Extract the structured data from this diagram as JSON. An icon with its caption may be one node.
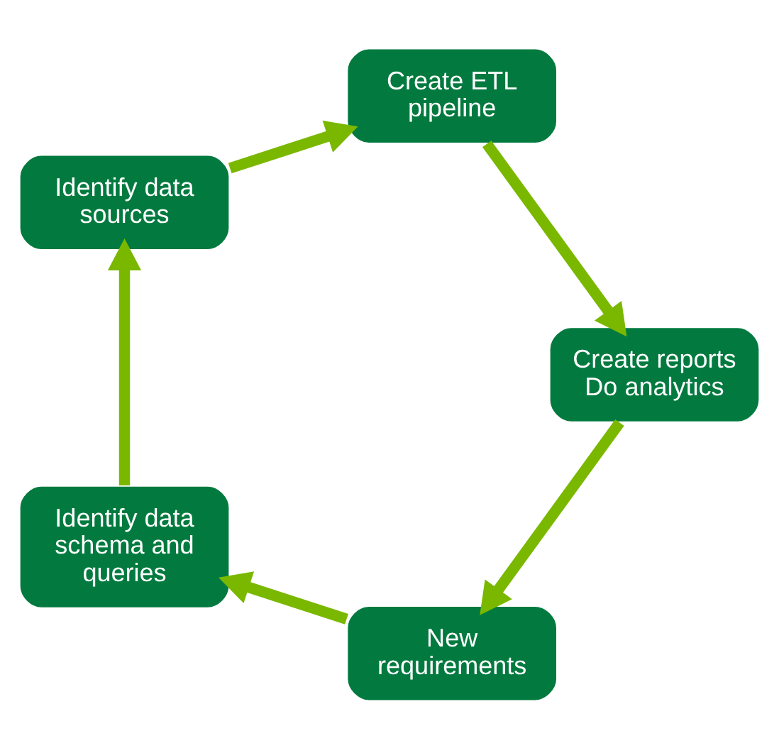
{
  "diagram": {
    "nodes": [
      {
        "text": [
          "New requirements"
        ]
      },
      {
        "text": [
          "Identify data schema and queries"
        ]
      },
      {
        "text": [
          "Identify data sources"
        ]
      },
      {
        "text": [
          "Create ETL pipeline"
        ]
      },
      {
        "text": [
          "Create reports Do analytics"
        ]
      }
    ],
    "edges": [
      {
        "from": 0,
        "to": 1,
        "arrow": "to"
      },
      {
        "from": 1,
        "to": 2,
        "arrow": "to"
      },
      {
        "from": 2,
        "to": 3,
        "arrow": "to"
      },
      {
        "from": 3,
        "to": 4,
        "arrow": "to"
      },
      {
        "from": 4,
        "to": 0,
        "arrow": "to"
      }
    ]
  }
}
